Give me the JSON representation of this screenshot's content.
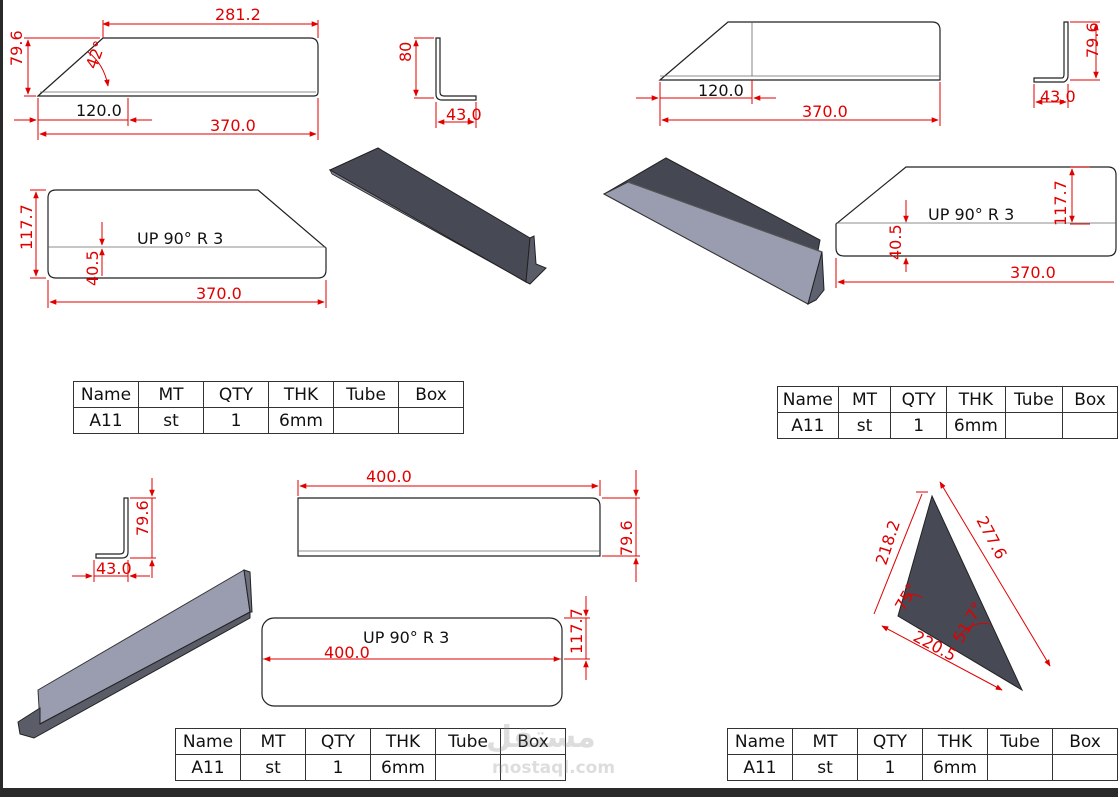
{
  "dimensions": {
    "d1_top": "281.2",
    "d1_height": "79.6",
    "d1_angle": "42°",
    "d1_offset": "120.0",
    "d1_length": "370.0",
    "d2_height": "80",
    "d2_flange": "43.0",
    "d3_offset": "120.0",
    "d3_length": "370.0",
    "d4_height": "79.6",
    "d4_flange": "43.0",
    "d5_height": "117.7",
    "d5_inner": "40.5",
    "d5_length": "370.0",
    "d6_inner": "40.5",
    "d6_height": "117.7",
    "d6_length": "370.0",
    "d7_height": "79.6",
    "d7_flange": "43.0",
    "d8_length": "400.0",
    "d8_height": "79.6",
    "d9_length": "400.0",
    "d9_height": "117.7",
    "tri_left": "218.2",
    "tri_right": "277.6",
    "tri_angle": "75°",
    "tri_angle2": "51.7°",
    "tri_bottom": "220.5"
  },
  "notes": {
    "bend_left": "UP  90°  R 3",
    "bend_right": "UP  90°  R 3",
    "bend_bottom": "UP  90°  R 3"
  },
  "bom_tables": [
    {
      "headers": [
        "Name",
        "MT",
        "QTY",
        "THK",
        "Tube",
        "Box"
      ],
      "row": [
        "A11",
        "st",
        "1",
        "6mm",
        "",
        ""
      ]
    },
    {
      "headers": [
        "Name",
        "MT",
        "QTY",
        "THK",
        "Tube",
        "Box"
      ],
      "row": [
        "A11",
        "st",
        "1",
        "6mm",
        "",
        ""
      ]
    },
    {
      "headers": [
        "Name",
        "MT",
        "QTY",
        "THK",
        "Tube",
        "Box"
      ],
      "row": [
        "A11",
        "st",
        "1",
        "6mm",
        "",
        ""
      ]
    },
    {
      "headers": [
        "Name",
        "MT",
        "QTY",
        "THK",
        "Tube",
        "Box"
      ],
      "row": [
        "A11",
        "st",
        "1",
        "6mm",
        "",
        ""
      ]
    }
  ],
  "watermark": {
    "arabic": "مستقل",
    "latin": "mostaql.com"
  },
  "colors": {
    "dimension": "#e00000",
    "metal_dark": "#4a4d57",
    "metal_light": "#9a9db0",
    "frame": "#2a2a2a"
  }
}
